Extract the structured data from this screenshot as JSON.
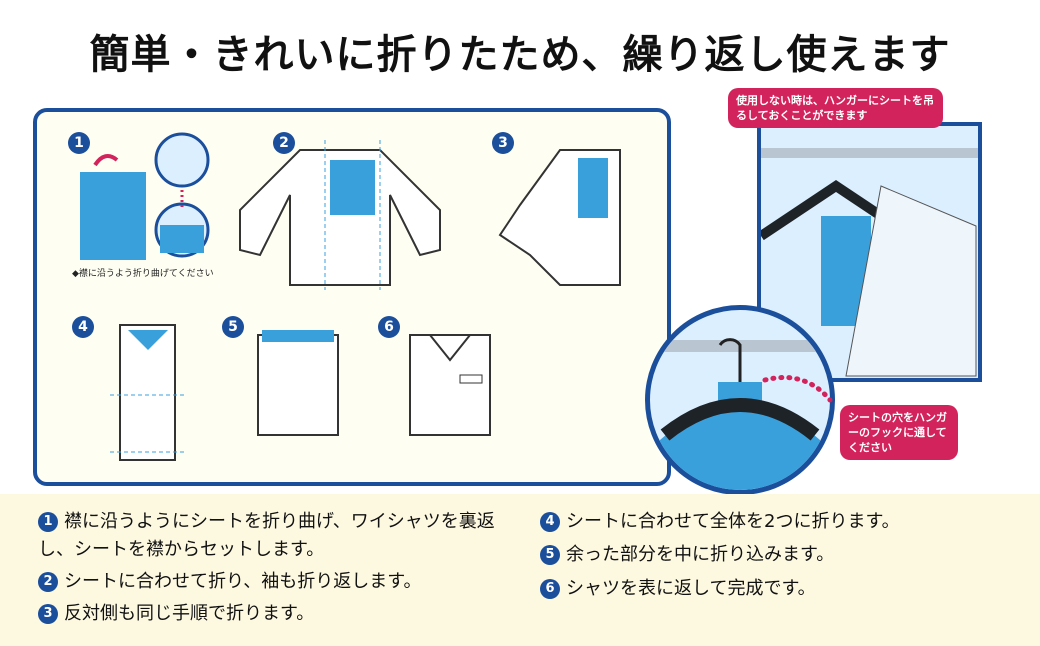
{
  "title": "簡単・きれいに折りたため、繰り返し使えます",
  "panel": {
    "nums": [
      "1",
      "2",
      "3",
      "4",
      "5",
      "6"
    ],
    "note": "◆襟に沿うよう折り曲げてください"
  },
  "bubbles": {
    "top": "使用しない時は、ハンガーにシートを吊るしておくことができます",
    "bottom": "シートの穴をハンガーのフックに通してください"
  },
  "steps": [
    {
      "n": "1",
      "text": "襟に沿うようにシートを折り曲げ、ワイシャツを裏返し、シートを襟からセットします。"
    },
    {
      "n": "2",
      "text": "シートに合わせて折り、袖も折り返します。"
    },
    {
      "n": "3",
      "text": "反対側も同じ手順で折ります。"
    },
    {
      "n": "4",
      "text": "シートに合わせて全体を2つに折ります。"
    },
    {
      "n": "5",
      "text": "余った部分を中に折り込みます。"
    },
    {
      "n": "6",
      "text": "シャツを表に返して完成です。"
    }
  ],
  "colors": {
    "blue": "#1b4f9c",
    "sheet": "#3aa0dc",
    "pink": "#d3235c"
  }
}
